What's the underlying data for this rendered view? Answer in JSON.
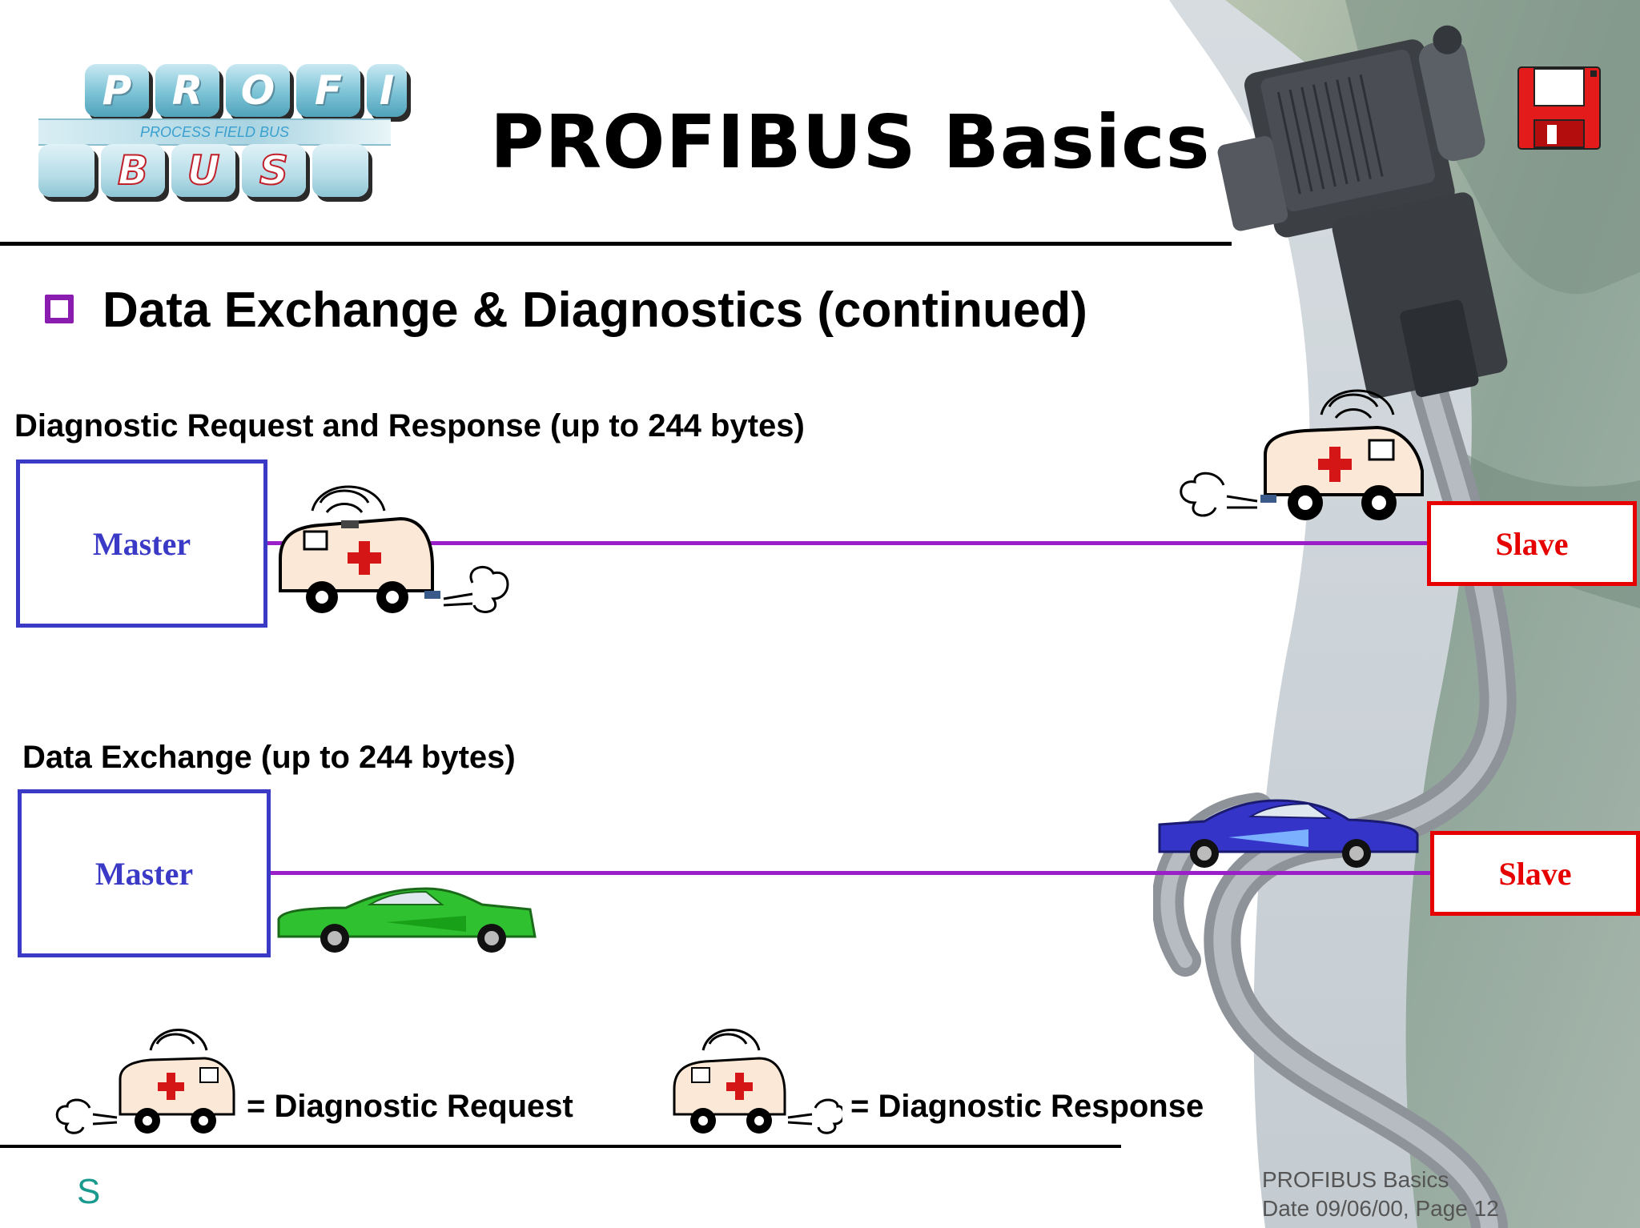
{
  "header": {
    "logo": {
      "profi_letters": [
        "P",
        "R",
        "O",
        "F",
        "I"
      ],
      "band_text": "PROCESS FIELD BUS",
      "bus_letters": [
        "B",
        "U",
        "S"
      ]
    },
    "title": "PROFIBUS Basics",
    "save_icon": "floppy-disk-icon"
  },
  "subtitle": "Data Exchange & Diagnostics (continued)",
  "diagnostic_section": {
    "label": "Diagnostic Request and Response (up to 244 bytes)",
    "master_label": "Master",
    "slave_label": "Slave"
  },
  "data_section": {
    "label": "Data Exchange (up to 244 bytes)",
    "master_label": "Master",
    "slave_label": "Slave"
  },
  "legend": {
    "request": "= Diagnostic Request",
    "response": "= Diagnostic Response"
  },
  "footer": {
    "logo_letter": "S",
    "title": "PROFIBUS Basics",
    "date_page": "Date 09/06/00,  Page 12"
  },
  "colors": {
    "master": "#3a3ac6",
    "slave": "#e60000",
    "bus_line": "#9a1fc9",
    "green_car": "#2fc12f",
    "blue_car": "#3434c8",
    "bullet": "#8a1cb0"
  }
}
